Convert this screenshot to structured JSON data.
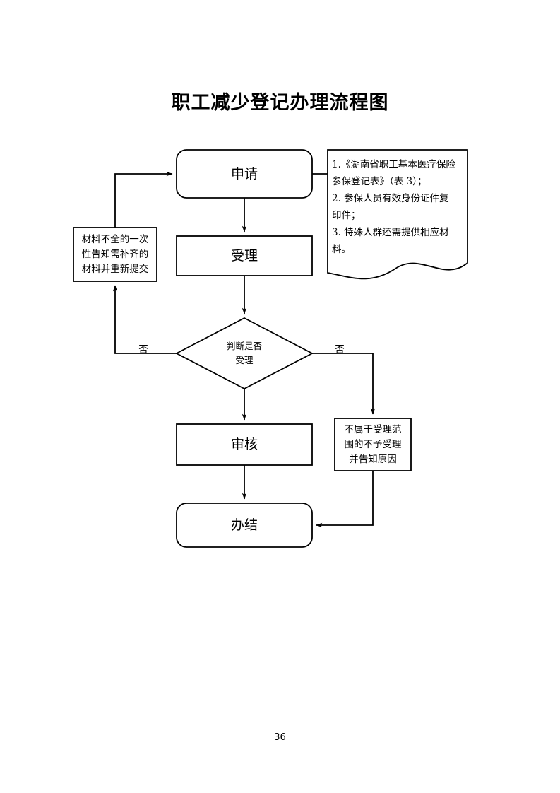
{
  "page": {
    "title": "职工减少登记办理流程图",
    "page_number": "36"
  },
  "nodes": {
    "apply": "申请",
    "accept": "受理",
    "decide_line1": "判断是否",
    "decide_line2": "受理",
    "review": "审核",
    "finish": "办结",
    "resubmit_line1": "材料不全的一次",
    "resubmit_line2": "性告知需补齐的",
    "resubmit_line3": "材料并重新提交",
    "reject_line1": "不属于受理范",
    "reject_line2": "围的不予受理",
    "reject_line3": "并告知原因"
  },
  "document_note": {
    "line1": "1.《湖南省职工基本医疗保险",
    "line2": "参保登记表》（表 3）；",
    "line3": "2. 参保人员有效身份证件复",
    "line4": "印件；",
    "line5": "3. 特殊人群还需提供相应材",
    "line6": "料。"
  },
  "branches": {
    "no_left": "否",
    "no_right": "否"
  },
  "style": {
    "stroke": "#000000",
    "fill": "#ffffff",
    "background": "#ffffff"
  }
}
